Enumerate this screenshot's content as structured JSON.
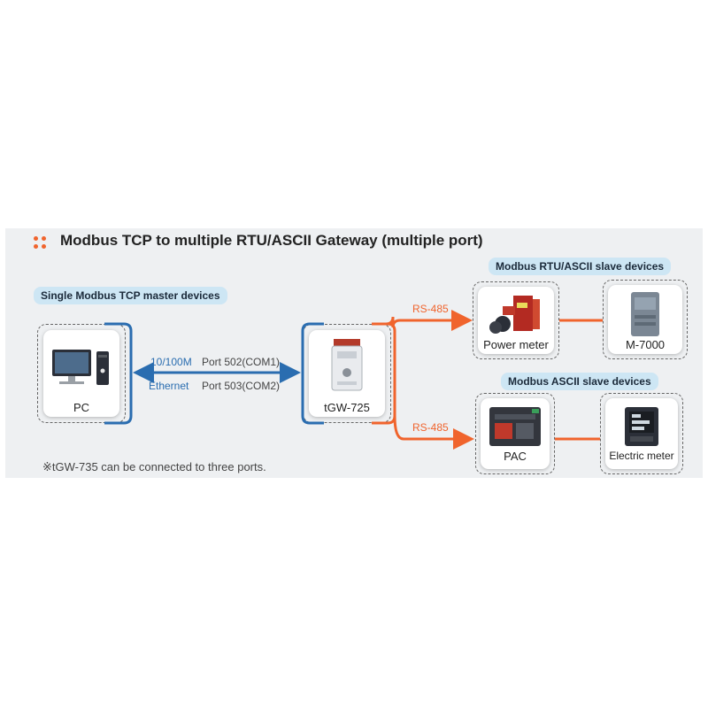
{
  "title": "Modbus TCP to multiple RTU/ASCII Gateway (multiple port)",
  "groups": {
    "master": "Single Modbus TCP master devices",
    "rtu": "Modbus RTU/ASCII slave devices",
    "ascii": "Modbus ASCII slave devices"
  },
  "devices": {
    "pc": "PC",
    "gateway": "tGW-725",
    "power_meter": "Power meter",
    "m7000": "M-7000",
    "pac": "PAC",
    "electric_meter": "Electric meter"
  },
  "link": {
    "speed": "10/100M",
    "medium": "Ethernet",
    "port1": "Port 502(COM1)",
    "port2": "Port 503(COM2)",
    "rs485_top": "RS-485",
    "rs485_bottom": "RS-485"
  },
  "note": "※tGW-735 can be connected to three ports.",
  "colors": {
    "accent": "#f0642d",
    "ethernet": "#2a6db0",
    "bracket": "#2a6db0",
    "pill": "#cde6f4"
  }
}
